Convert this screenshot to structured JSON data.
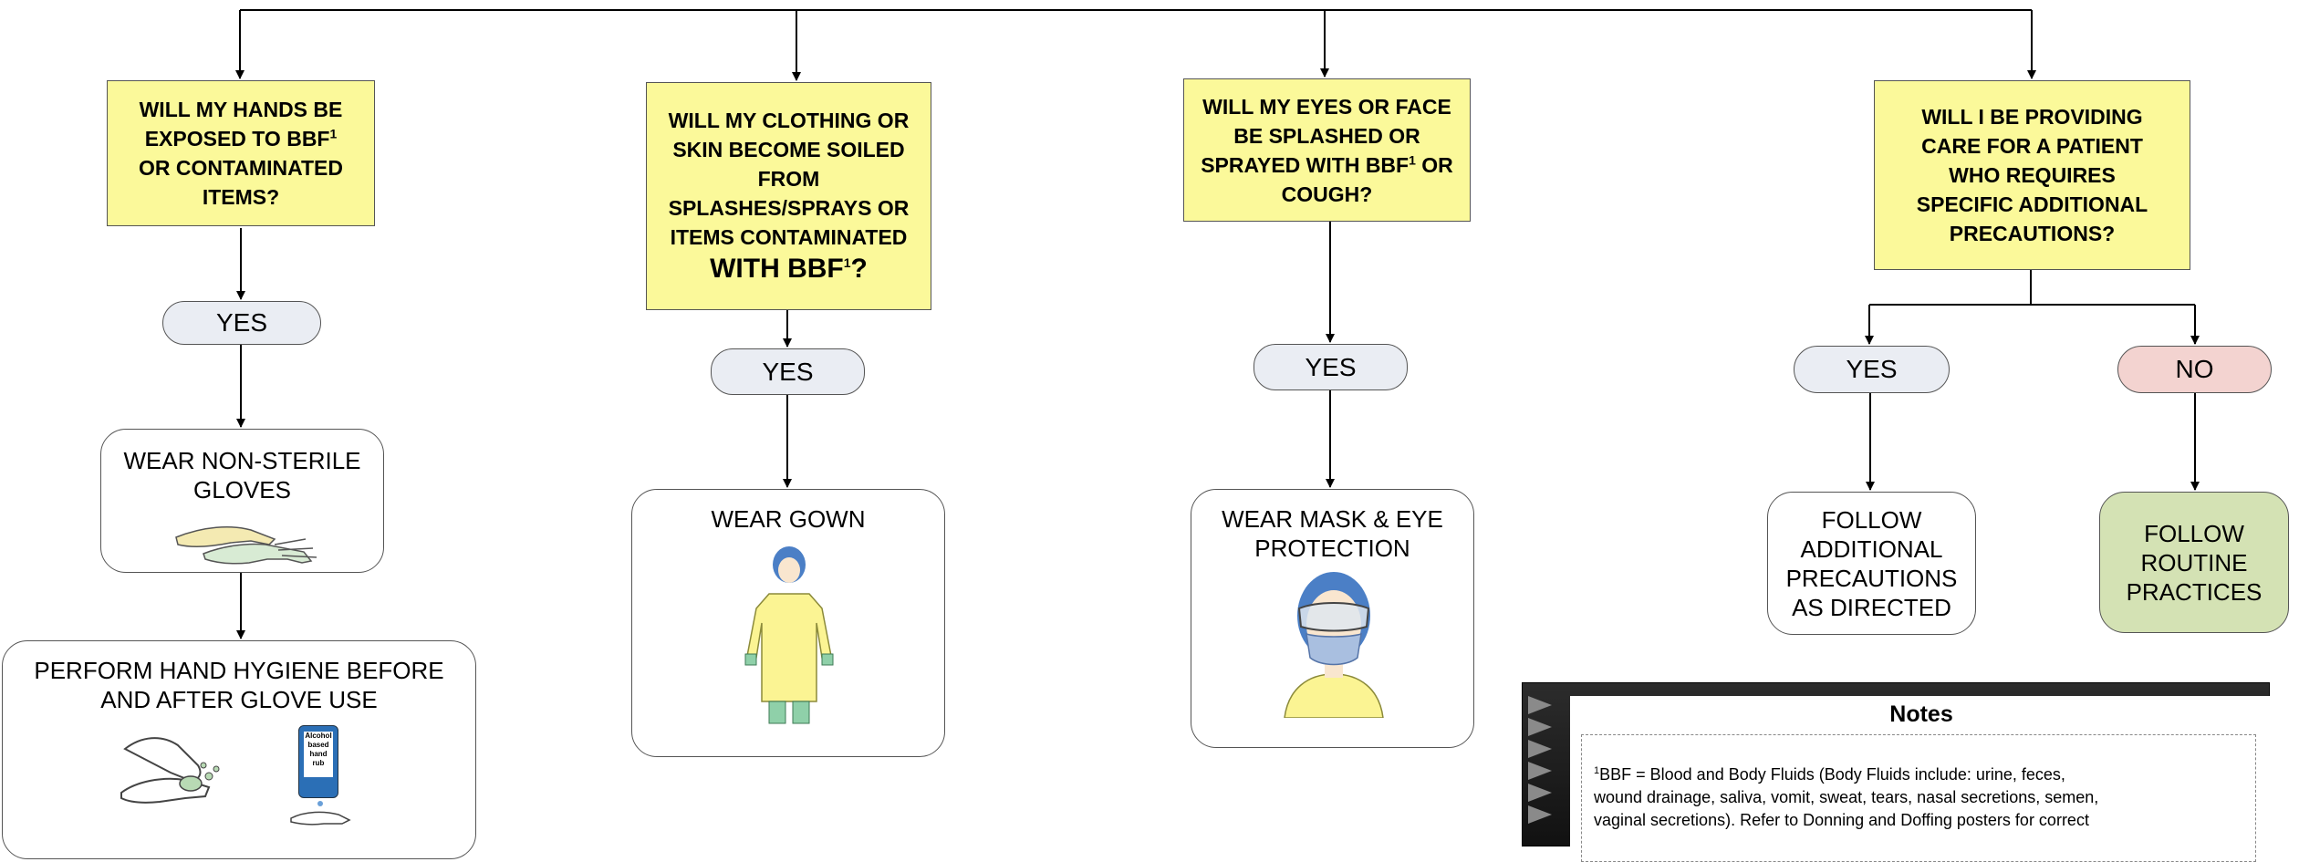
{
  "questions": {
    "hands": {
      "line1": "WILL MY HANDS BE",
      "line2": "EXPOSED TO BBF",
      "sup": "1",
      "line3": "OR CONTAMINATED",
      "line4": "ITEMS?"
    },
    "clothing": {
      "line1": "WILL MY CLOTHING OR",
      "line2": "SKIN BECOME SOILED",
      "line3": "FROM",
      "line4": "SPLASHES/SPRAYS OR",
      "line5": "ITEMS CONTAMINATED",
      "line6": "WITH BBF",
      "sup": "1",
      "end": "?"
    },
    "eyes": {
      "line1": "WILL MY EYES OR FACE",
      "line2": "BE SPLASHED OR",
      "line3": "SPRAYED WITH BBF",
      "sup": "1",
      "after": " OR",
      "line4": "COUGH?"
    },
    "additional": {
      "line1": "WILL I BE PROVIDING",
      "line2": "CARE FOR A PATIENT",
      "line3": "WHO REQUIRES",
      "line4": "SPECIFIC ADDITIONAL",
      "line5": "PRECAUTIONS?"
    }
  },
  "answers": {
    "hands_yes": "YES",
    "clothing_yes": "YES",
    "eyes_yes": "YES",
    "additional_yes": "YES",
    "additional_no": "NO"
  },
  "actions": {
    "gloves": {
      "line1": "WEAR NON-STERILE",
      "line2": "GLOVES"
    },
    "hand_hygiene": {
      "line1": "PERFORM HAND HYGIENE BEFORE",
      "line2": "AND AFTER GLOVE USE"
    },
    "gown": "WEAR GOWN",
    "mask": {
      "line1": "WEAR MASK & EYE",
      "line2": "PROTECTION"
    },
    "follow_additional": {
      "line1": "FOLLOW",
      "line2": "ADDITIONAL",
      "line3": "PRECAUTIONS",
      "line4": "AS DIRECTED"
    },
    "follow_routine": {
      "line1": "FOLLOW",
      "line2": "ROUTINE",
      "line3": "PRACTICES"
    }
  },
  "sanitizer_label": {
    "line1": "Alcohol",
    "line2": "based",
    "line3": "hand",
    "line4": "rub"
  },
  "notes": {
    "title": "Notes",
    "sup": "1",
    "line1": "BBF = Blood and Body Fluids (Body Fluids include: urine, feces,",
    "line2": "wound drainage, saliva, vomit, sweat, tears, nasal secretions, semen,",
    "line3": "vaginal secretions). Refer to Donning and Doffing posters for correct"
  },
  "colors": {
    "question_fill": "#fbf99a",
    "yes_fill": "#eaedf3",
    "no_fill": "#f3d3d0",
    "routine_fill": "#d4e2b4",
    "connector": "#000000"
  }
}
